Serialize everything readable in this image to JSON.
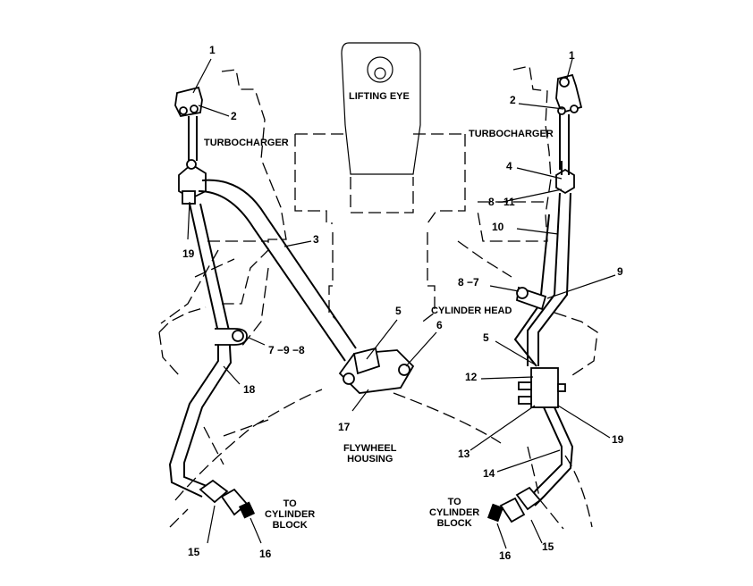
{
  "labels": {
    "lifting_eye": "LIFTING EYE",
    "turbo_left": "TURBOCHARGER",
    "turbo_right": "TURBOCHARGER",
    "cylinder_head": "CYLINDER HEAD",
    "flywheel_line1": "FLYWHEEL",
    "flywheel_line2": "HOUSING",
    "to_block_left_1": "TO",
    "to_block_left_2": "CYLINDER",
    "to_block_left_3": "BLOCK",
    "to_block_right_1": "TO",
    "to_block_right_2": "CYLINDER",
    "to_block_right_3": "BLOCK"
  },
  "callouts": {
    "l1": "1",
    "l2": "2",
    "l3": "3",
    "l5": "5",
    "l6": "6",
    "l7_9_8": "7 −9 −8",
    "l15": "15",
    "l16": "16",
    "l17": "17",
    "l18": "18",
    "l19": "19",
    "r1": "1",
    "r2": "2",
    "r4": "4",
    "r8_11": "8 −11",
    "r10": "10",
    "r9": "9",
    "r8_7": "8 −7",
    "r5": "5",
    "r12": "12",
    "r13": "13",
    "r14": "14",
    "r19": "19",
    "r15": "15",
    "r16": "16"
  }
}
